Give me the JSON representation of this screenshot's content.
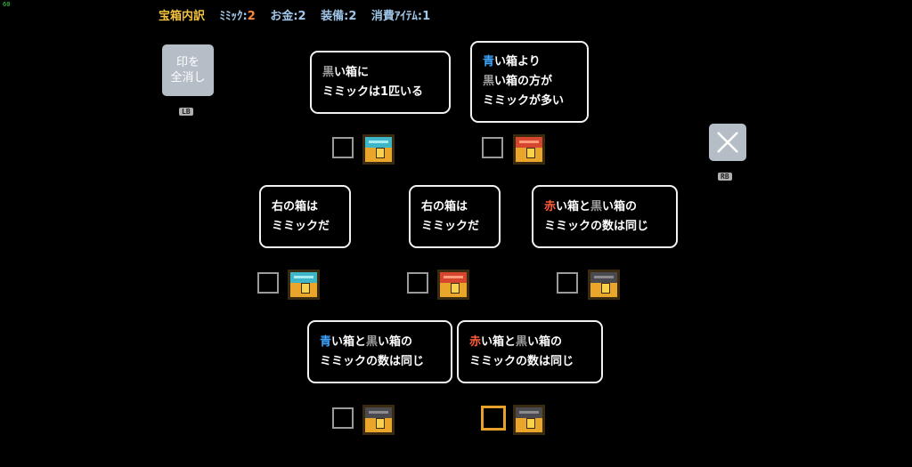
{
  "fps": "60",
  "header": {
    "title": "宝箱内訳",
    "mimic_label": "ﾐﾐｯｸ:",
    "mimic_value": "2",
    "money_label": "お金:",
    "money_value": "2",
    "equip_label": "装備:",
    "equip_value": "2",
    "consumable_label": "消費ｱｲﾃﾑ:",
    "consumable_value": "1"
  },
  "clear_button": {
    "line1": "印を",
    "line2": "全消し",
    "badge": "LB"
  },
  "close_button": {
    "icon": "close-icon",
    "badge": "RB"
  },
  "clues": [
    {
      "lines": [
        [
          {
            "t": "黒",
            "c": "black"
          },
          {
            "t": "い箱に",
            "c": ""
          }
        ],
        [
          {
            "t": "ミミックは1匹いる",
            "c": ""
          }
        ]
      ]
    },
    {
      "lines": [
        [
          {
            "t": "青",
            "c": "blue"
          },
          {
            "t": "い箱より",
            "c": ""
          }
        ],
        [
          {
            "t": "黒",
            "c": "black"
          },
          {
            "t": "い箱の方が",
            "c": ""
          }
        ],
        [
          {
            "t": "ミミックが多い",
            "c": ""
          }
        ]
      ]
    },
    {
      "lines": [
        [
          {
            "t": "右の箱は",
            "c": ""
          }
        ],
        [
          {
            "t": "ミミックだ",
            "c": ""
          }
        ]
      ]
    },
    {
      "lines": [
        [
          {
            "t": "右の箱は",
            "c": ""
          }
        ],
        [
          {
            "t": "ミミックだ",
            "c": ""
          }
        ]
      ]
    },
    {
      "lines": [
        [
          {
            "t": "赤",
            "c": "red"
          },
          {
            "t": "い箱と",
            "c": ""
          },
          {
            "t": "黒",
            "c": "black"
          },
          {
            "t": "い箱の",
            "c": ""
          }
        ],
        [
          {
            "t": "ミミックの数は同じ",
            "c": ""
          }
        ]
      ]
    },
    {
      "lines": [
        [
          {
            "t": "青",
            "c": "blue"
          },
          {
            "t": "い箱と",
            "c": ""
          },
          {
            "t": "黒",
            "c": "black"
          },
          {
            "t": "い箱の",
            "c": ""
          }
        ],
        [
          {
            "t": "ミミックの数は同じ",
            "c": ""
          }
        ]
      ]
    },
    {
      "lines": [
        [
          {
            "t": "赤",
            "c": "red"
          },
          {
            "t": "い箱と",
            "c": ""
          },
          {
            "t": "黒",
            "c": "black"
          },
          {
            "t": "い箱の",
            "c": ""
          }
        ],
        [
          {
            "t": "ミミックの数は同じ",
            "c": ""
          }
        ]
      ]
    }
  ],
  "chests": [
    {
      "color": "blue",
      "checked": false,
      "selected": false
    },
    {
      "color": "red",
      "checked": false,
      "selected": false
    },
    {
      "color": "blue",
      "checked": false,
      "selected": false
    },
    {
      "color": "red",
      "checked": false,
      "selected": false
    },
    {
      "color": "black",
      "checked": false,
      "selected": false
    },
    {
      "color": "black",
      "checked": false,
      "selected": false
    },
    {
      "color": "black",
      "checked": false,
      "selected": true
    }
  ],
  "colors": {
    "blue": "#3ea6ff",
    "red": "#ff5a3a",
    "black": "#9a9a9a",
    "accent": "#e8a22a"
  }
}
